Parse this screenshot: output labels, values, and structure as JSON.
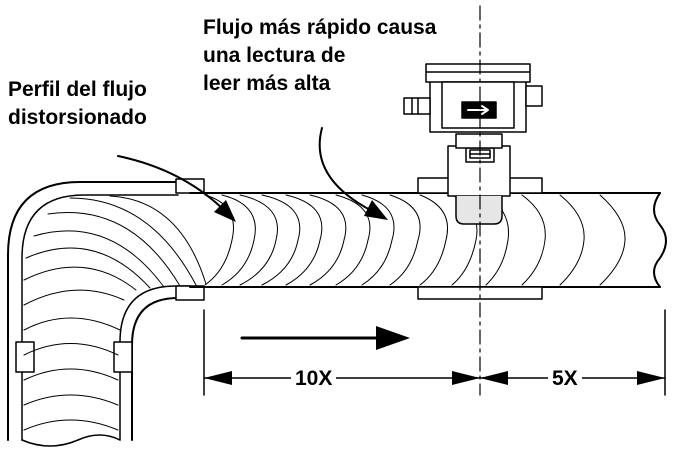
{
  "labels": {
    "distorted_profile": [
      "Perfil del flujo",
      "distorsionado"
    ],
    "faster_flow": [
      "Flujo más rápido causa",
      "una lectura de",
      "leer más alta"
    ]
  },
  "dimensions": {
    "upstream": "10X",
    "downstream": "5X"
  },
  "colors": {
    "ink": "#000000",
    "paper": "#ffffff",
    "sensor_fill": "#e6e6e6"
  }
}
